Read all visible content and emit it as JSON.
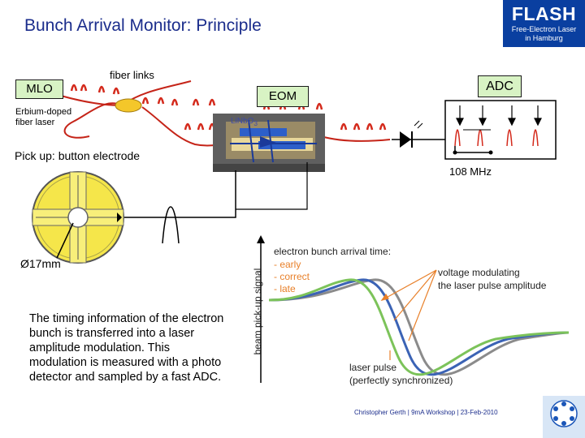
{
  "header": {
    "title": "Bunch Arrival Monitor: Principle",
    "logo_word": "FLASH",
    "logo_sub_line1": "Free-Electron Laser",
    "logo_sub_line2": "in Hamburg"
  },
  "labels": {
    "mlo": "MLO",
    "fiber_links": "fiber links",
    "erbium_line1": "Erbium-doped",
    "erbium_line2": "fiber laser",
    "eom": "EOM",
    "linbo": "LiNbO",
    "linbo_sub": "3",
    "adc": "ADC",
    "freq": "108 MHz",
    "pickup": "Pick up: button electrode",
    "diameter": "Ø17mm"
  },
  "graph": {
    "ylabel": "beam pick-up signal",
    "title": "electron bunch arrival time:",
    "early": "- early",
    "correct": "- correct",
    "late": "- late",
    "voltage_line1": "voltage modulating",
    "voltage_line2": "the laser pulse amplitude",
    "laser_line1": "laser pulse",
    "laser_line2": "(perfectly synchronized)",
    "colors": {
      "early": "#7cc35a",
      "correct": "#3b63b5",
      "late": "#8b8b8b"
    }
  },
  "body_text": [
    "The timing information of the electron",
    "bunch is transferred into a laser",
    "amplitude modulation. This",
    "modulation is measured with a photo",
    "detector and sampled by a fast ADC."
  ],
  "footer": "Christopher Gerth | 9mA Workshop | 23-Feb-2010",
  "footer_logo": "DESY"
}
